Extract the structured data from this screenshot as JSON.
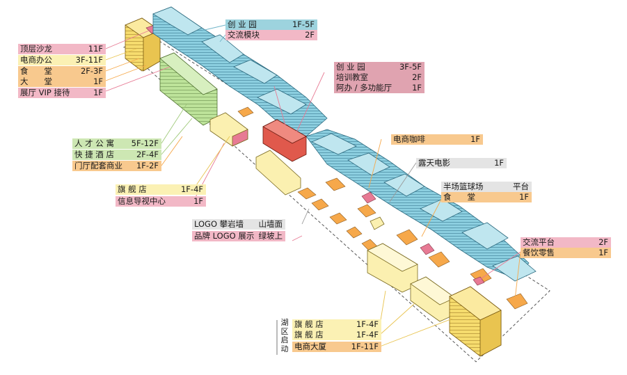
{
  "colors": {
    "pink": "#f2b8c6",
    "yellow": "#fbf1b4",
    "orange": "#f8c98e",
    "green": "#cde7b3",
    "gray": "#e4e4e4",
    "blue": "#9dd3de",
    "red_label": "#e0a3b0",
    "block_blue": "#8ccfe0",
    "block_yellow": "#f6dc6e",
    "block_green": "#bde39a",
    "block_red": "#e0594c",
    "block_orange": "#f6a84a",
    "block_cream": "#fbf0b0"
  },
  "labels": {
    "dingceng": {
      "name": "顶层沙龙",
      "floors": "11F"
    },
    "dianshang_office": {
      "name": "电商办公",
      "floors": "3F-11F"
    },
    "shitang_a": {
      "name": "食　　堂",
      "floors": "2F-3F"
    },
    "datang": {
      "name": "大　　堂",
      "floors": "1F"
    },
    "zhanting": {
      "name": "展厅 VIP 接待",
      "floors": "1F"
    },
    "chuangye_a": {
      "name": "创 业 园",
      "floors": "1F-5F"
    },
    "jiaoliu_mokuai": {
      "name": "交流模块",
      "floors": "2F"
    },
    "chuangye_b": {
      "name": "创 业 园",
      "floors": "3F-5F"
    },
    "peixun": {
      "name": "培训教室",
      "floors": "2F"
    },
    "ziban": {
      "name": "阿办 / 多功能厅",
      "floors": "1F"
    },
    "rencai": {
      "name": "人 才 公 寓",
      "floors": "5F-12F"
    },
    "kuaijie": {
      "name": "快 捷 酒 店",
      "floors": "2F-4F"
    },
    "menting": {
      "name": "门厅配套商业",
      "floors": "1F-2F"
    },
    "qijian_a": {
      "name": "旗 舰 店",
      "floors": "1F-4F"
    },
    "xinxi": {
      "name": "信息导视中心",
      "floors": "1F"
    },
    "logo_climb": {
      "name": "LOGO 攀岩墙",
      "floors": "山墙面"
    },
    "logo_display": {
      "name": "品牌 LOGO 展示",
      "floors": "绿坡上"
    },
    "cafe": {
      "name": "电商咖啡",
      "floors": "1F"
    },
    "cinema": {
      "name": "露天电影",
      "floors": "1F"
    },
    "basketball": {
      "name": "半场篮球场",
      "floors": "平台"
    },
    "shitang_b": {
      "name": "食　　堂",
      "floors": "1F"
    },
    "jiaoliu_pingtai": {
      "name": "交流平台",
      "floors": "2F"
    },
    "canyin": {
      "name": "餐饮零售",
      "floors": "1F"
    },
    "qijian_b": {
      "name": "旗 舰 店",
      "floors": "1F-4F"
    },
    "qijian_c": {
      "name": "旗 舰 店",
      "floors": "1F-4F"
    },
    "dasha": {
      "name": "电商大厦",
      "floors": "1F-11F"
    }
  },
  "vertical_label": "湖区启动"
}
